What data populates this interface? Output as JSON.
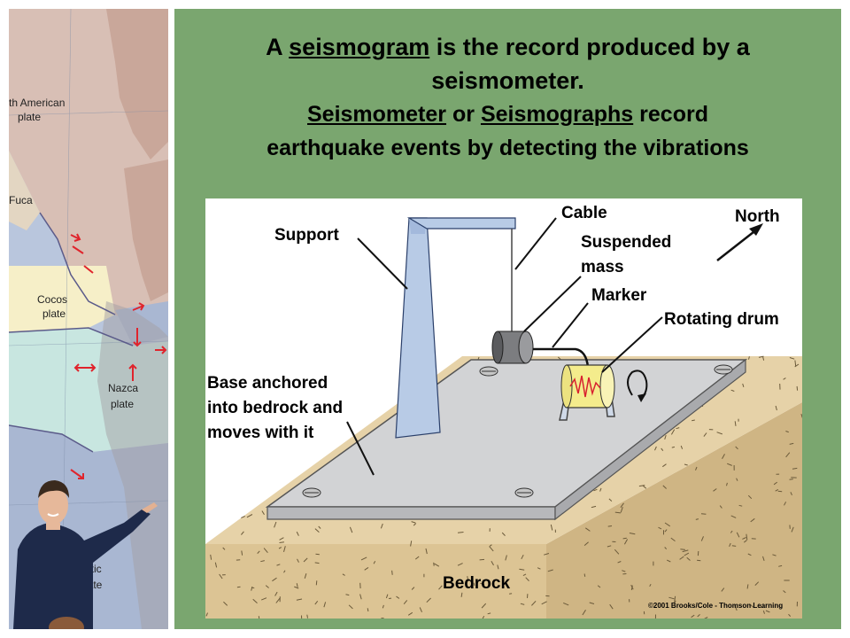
{
  "slide": {
    "title_line1_prefix": "A ",
    "title_line1_term": "seismogram",
    "title_line1_suffix": " is the record produced by a",
    "title_line2": "seismometer.",
    "title_line3_term1": "Seismometer",
    "title_line3_mid": " or ",
    "title_line3_term2": "Seismographs",
    "title_line3_suffix": " record",
    "title_line4": "earthquake events by detecting the vibrations"
  },
  "map": {
    "labels": [
      "th American",
      "plate",
      "Fuca",
      "Cocos",
      "plate",
      "Nazca",
      "plate",
      "arctic",
      "late"
    ]
  },
  "diagram": {
    "labels": {
      "support": "Support",
      "cable": "Cable",
      "north": "North",
      "suspended_mass_1": "Suspended",
      "suspended_mass_2": "mass",
      "marker": "Marker",
      "rotating_drum": "Rotating drum",
      "base_1": "Base anchored",
      "base_2": "into bedrock and",
      "base_3": "moves with it",
      "bedrock": "Bedrock"
    },
    "copyright": "©2001 Brooks/Cole - Thomson Learning"
  },
  "colors": {
    "panel_bg": "#7aa66f",
    "sand": "#dcc494",
    "base_plate": "#d2d3d5",
    "support": "#b8cbe6",
    "drum": "#f4ec8c",
    "trace": "#d8202f",
    "map_land": "#d8bfb5",
    "cocos_plate": "#f6efc8",
    "nazca_plate": "#c8e6e0",
    "south_plate": "#a9b7d2"
  }
}
